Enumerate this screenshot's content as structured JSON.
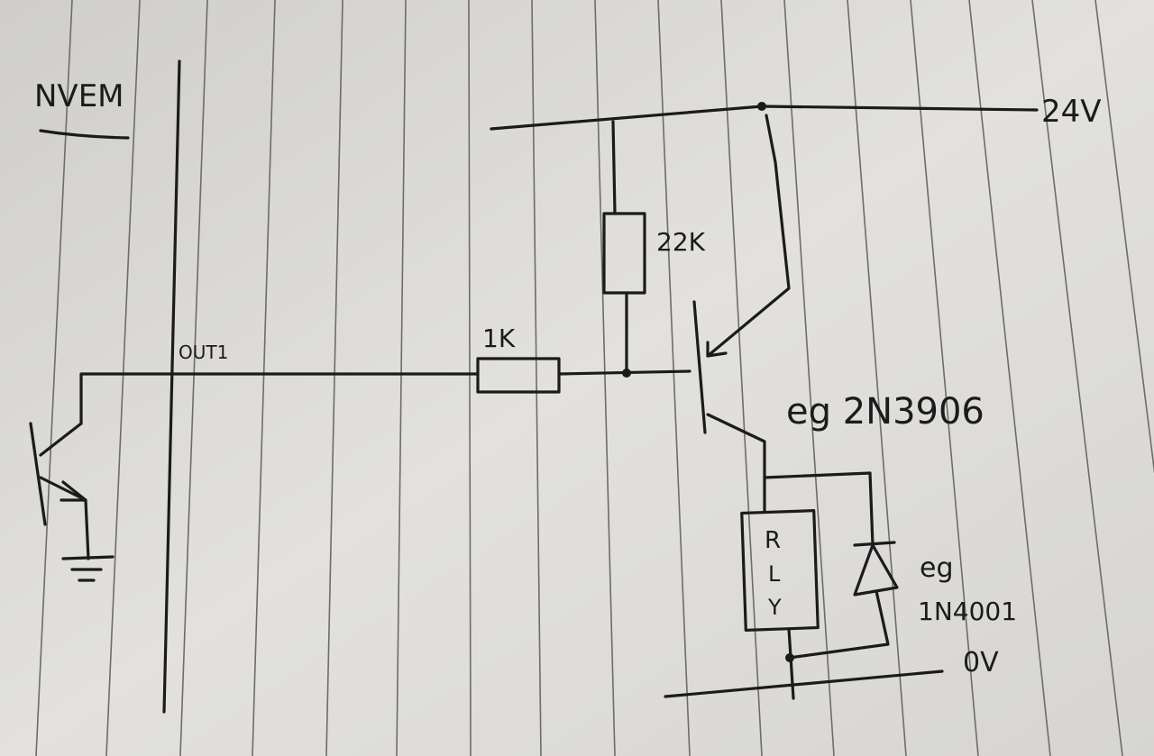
{
  "header": {
    "title": "NVEM"
  },
  "labels": {
    "supply": "24V",
    "ground": "0V",
    "output": "OUT1",
    "base_resistor": "1K",
    "pullup_resistor": "22K",
    "transistor": "eg 2N3906",
    "relay": [
      "R",
      "L",
      "Y"
    ],
    "diode_prefix": "eg",
    "diode": "1N4001"
  },
  "colors": {
    "paper": "#d9d8d3",
    "ink": "#1b1a1c",
    "rule": "#6d6c6c"
  }
}
